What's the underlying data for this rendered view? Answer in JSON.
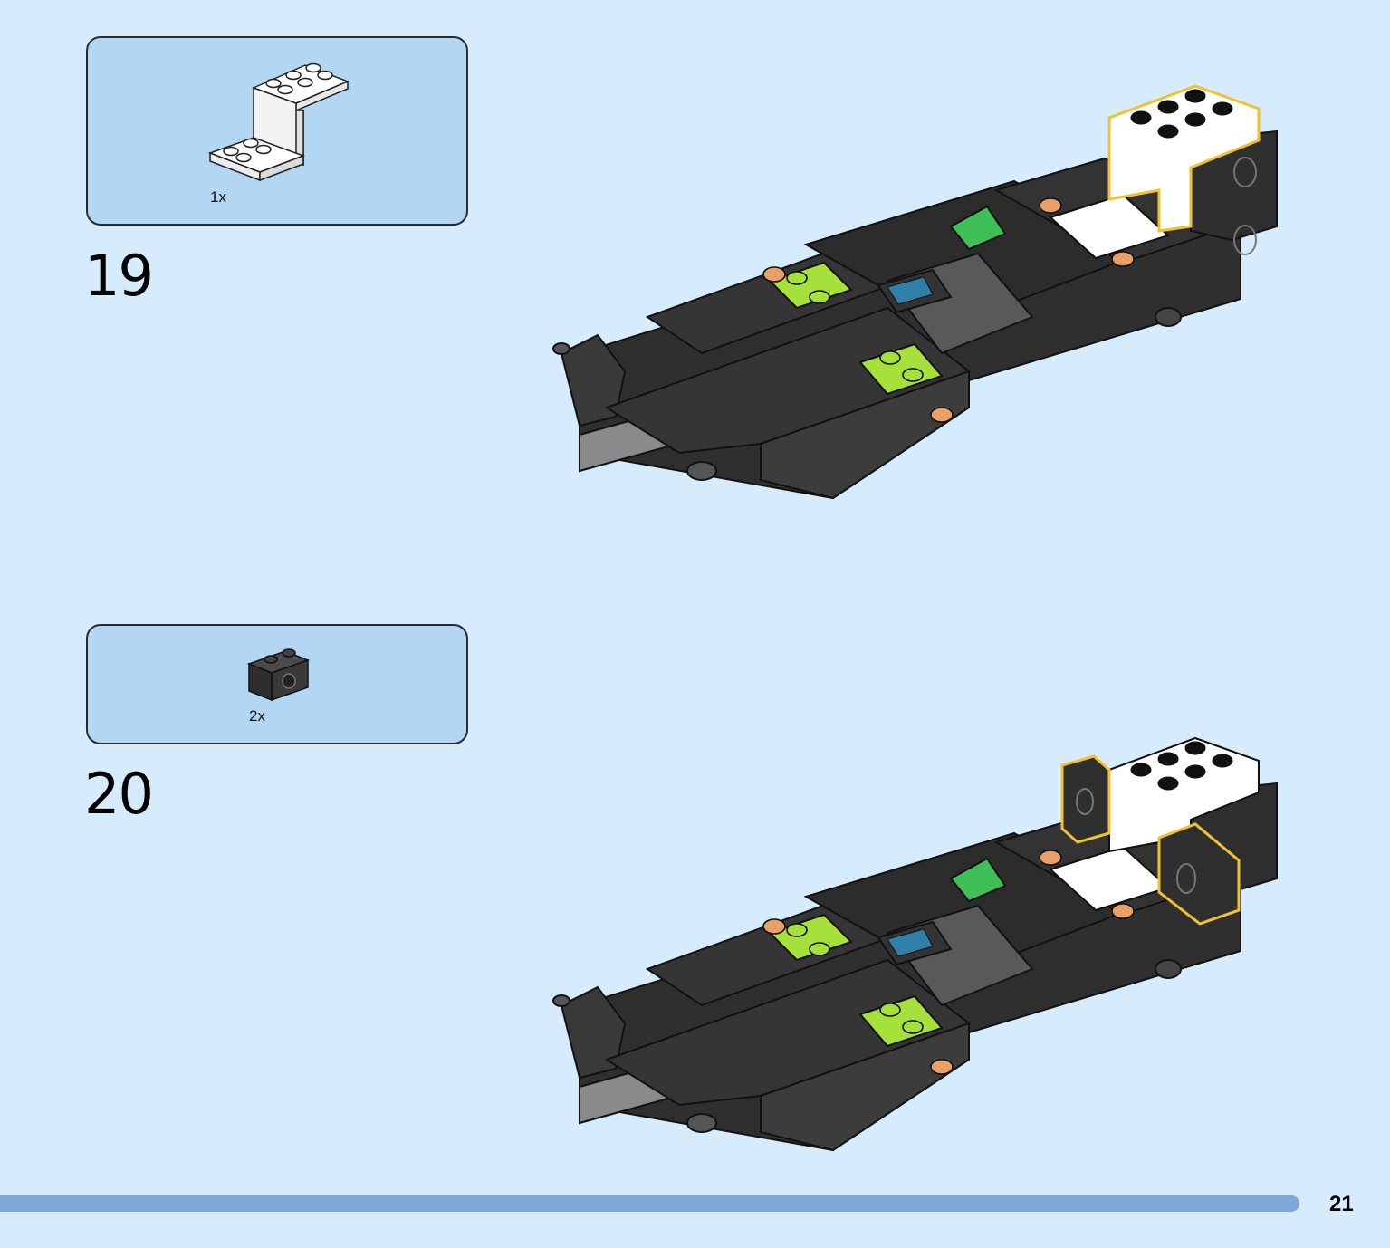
{
  "steps": [
    {
      "number": "19",
      "parts": [
        {
          "name": "white-bracket",
          "qty": "1x"
        }
      ]
    },
    {
      "number": "20",
      "parts": [
        {
          "name": "black-technic-brick",
          "qty": "2x"
        }
      ]
    }
  ],
  "page": {
    "number": "21"
  },
  "colors": {
    "background": "#d6ebfb",
    "parts_box": "#b3d6f3",
    "progress": "#7fa7da",
    "highlight": "#f2c12e",
    "brick_black": "#3a3a3a",
    "brick_lime": "#a6e03a",
    "brick_white": "#ffffff"
  }
}
